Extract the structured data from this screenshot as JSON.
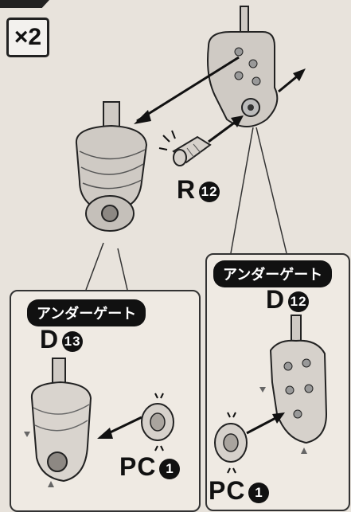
{
  "quantity_badge": "×2",
  "parts": {
    "r12": {
      "letter": "R",
      "number": "12"
    },
    "d13": {
      "letter": "D",
      "number": "13",
      "tag": "アンダーゲート"
    },
    "d12": {
      "letter": "D",
      "number": "12",
      "tag": "アンダーゲート"
    },
    "pc1_left": {
      "letter": "PC",
      "number": "1"
    },
    "pc1_right": {
      "letter": "PC",
      "number": "1"
    }
  },
  "colors": {
    "background": "#e8e3dc",
    "part_fill": "#cfcac4",
    "line": "#222222",
    "label_bg": "#111111"
  },
  "icons": [
    "arrow-icon",
    "gate-marker-icon",
    "spark-marks-icon"
  ]
}
